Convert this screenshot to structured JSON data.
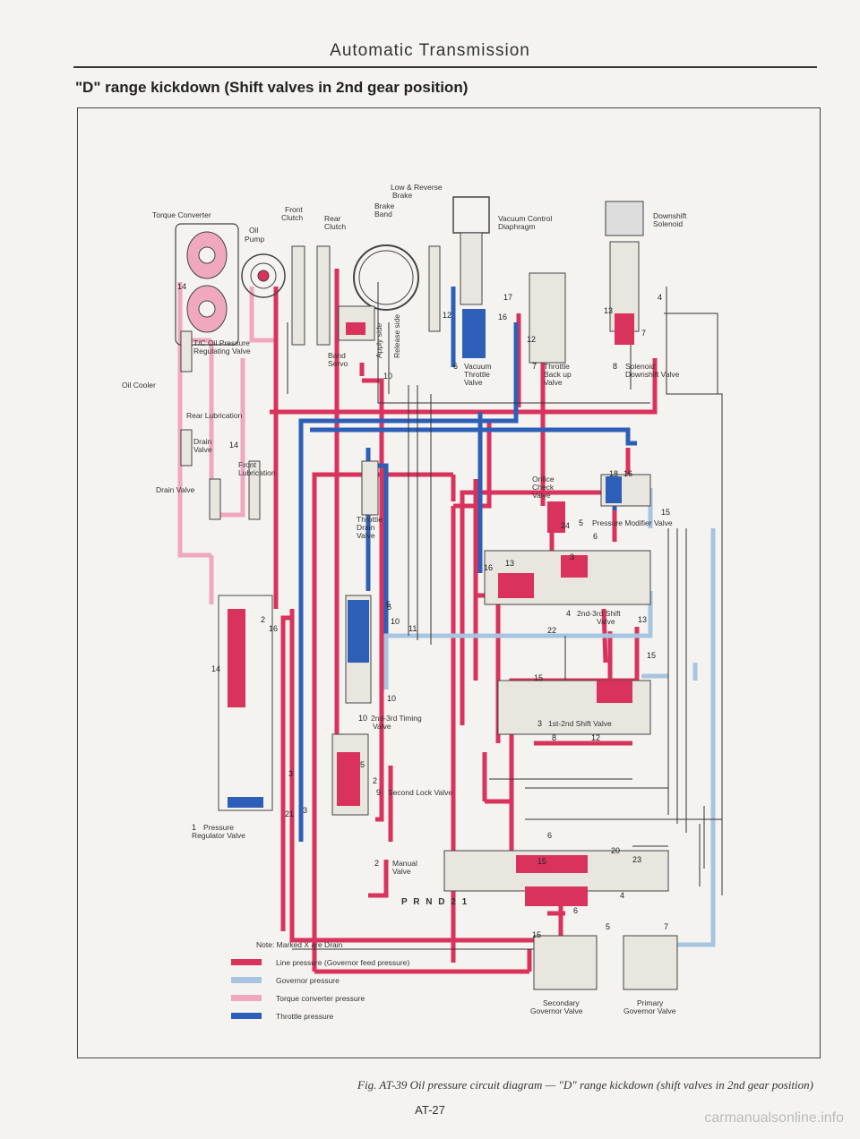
{
  "header": "Automatic Transmission",
  "subtitle": "\"D\" range kickdown (Shift valves in 2nd gear position)",
  "labels": {
    "torque_converter": "Torque Converter",
    "oil_pump_1": "Oil",
    "oil_pump_2": "Pump",
    "front_clutch_1": "Front",
    "front_clutch_2": "Clutch",
    "rear_clutch_1": "Rear",
    "rear_clutch_2": "Clutch",
    "low_reverse_1": "Low & Reverse",
    "low_reverse_2": "Brake",
    "brake_band_1": "Brake",
    "brake_band_2": "Band",
    "vacuum_control_1": "Vacuum Control",
    "vacuum_control_2": "Diaphragm",
    "downshift_solenoid_1": "Downshift",
    "downshift_solenoid_2": "Solenoid",
    "tc_valve_1": "T/C Oil Pressure",
    "tc_valve_2": "Regulating Valve",
    "oil_cooler": "Oil Cooler",
    "band_servo_1": "Band",
    "band_servo_2": "Servo",
    "apply_side": "Apply side",
    "release_side": "Release side",
    "vacuum_throttle_1": "Vacuum",
    "vacuum_throttle_2": "Throttle",
    "vacuum_throttle_3": "Valve",
    "throttle_backup_1": "Throttle",
    "throttle_backup_2": "Back up",
    "throttle_backup_3": "Valve",
    "solenoid_downshift_1": "Solenoid",
    "solenoid_downshift_2": "Downshift Valve",
    "rear_lubrication": "Rear Lubrication",
    "drain_valve_small_1": "Drain",
    "drain_valve_small_2": "Valve",
    "front_lubrication_1": "Front",
    "front_lubrication_2": "Lubrication",
    "drain_valve": "Drain Valve",
    "orifice_check_1": "Orifice",
    "orifice_check_2": "Check",
    "orifice_check_3": "Valve",
    "throttle_drain_1": "Throttle",
    "throttle_drain_2": "Drain",
    "throttle_drain_3": "Valve",
    "pressure_modifier": "Pressure Modifier Valve",
    "shift_23_1": "2nd-3rd Shift",
    "shift_23_2": "Valve",
    "timing_23_1": "2nd-3rd Timing",
    "timing_23_2": "Valve",
    "shift_12": "1st-2nd Shift Valve",
    "second_lock": "Second Lock Valve",
    "pressure_regulator_1": "Pressure",
    "pressure_regulator_2": "Regulator Valve",
    "manual_valve_1": "Manual",
    "manual_valve_2": "Valve",
    "prnd21": "P R N D 2 1",
    "secondary_governor_1": "Secondary",
    "secondary_governor_2": "Governor Valve",
    "primary_governor_1": "Primary",
    "primary_governor_2": "Governor Valve"
  },
  "circled_numbers": [
    "1",
    "2",
    "3",
    "4",
    "5",
    "6",
    "7",
    "8",
    "9",
    "10"
  ],
  "line_numbers": [
    "14",
    "14",
    "14",
    "12",
    "17",
    "4",
    "7",
    "13",
    "12",
    "10",
    "16",
    "16",
    "18",
    "16",
    "5",
    "15",
    "24",
    "6",
    "3",
    "13",
    "13",
    "15",
    "6",
    "10",
    "11",
    "22",
    "10",
    "15",
    "8",
    "12",
    "5",
    "2",
    "3",
    "3",
    "21",
    "16",
    "6",
    "20",
    "23",
    "4",
    "6",
    "5",
    "7",
    "15",
    "15",
    "2",
    "1",
    "18"
  ],
  "note": {
    "heading": "Note:  Marked X are Drain",
    "legend": [
      {
        "label": "Line pressure (Governor feed pressure)",
        "color": "#d9325c"
      },
      {
        "label": "Governor pressure",
        "color": "#a7c4e0"
      },
      {
        "label": "Torque converter pressure",
        "color": "#f0a8bf"
      },
      {
        "label": "Throttle pressure",
        "color": "#2e5fb8"
      }
    ]
  },
  "caption": "Fig. AT-39  Oil pressure circuit diagram — \"D\" range kickdown (shift valves in 2nd gear position)",
  "page_number": "AT-27",
  "watermark": "carmanualsonline.info"
}
